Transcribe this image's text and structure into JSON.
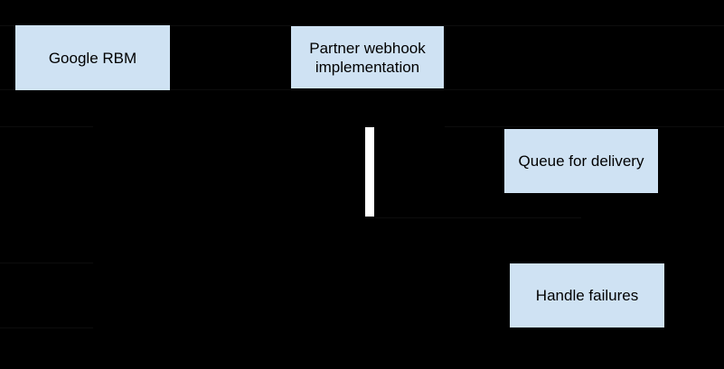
{
  "diagram": {
    "background_color": "#000000",
    "node_fill_color": "#cfe2f3",
    "node_text_color": "#000000",
    "activation_bar_color": "#ffffff",
    "faint_line_color": "#0d0d0d",
    "nodes": {
      "google_rbm": {
        "label": "Google RBM"
      },
      "partner_webhook": {
        "label": "Partner webhook implementation"
      },
      "queue_for_delivery": {
        "label": "Queue for delivery"
      },
      "handle_failures": {
        "label": "Handle failures"
      }
    }
  }
}
